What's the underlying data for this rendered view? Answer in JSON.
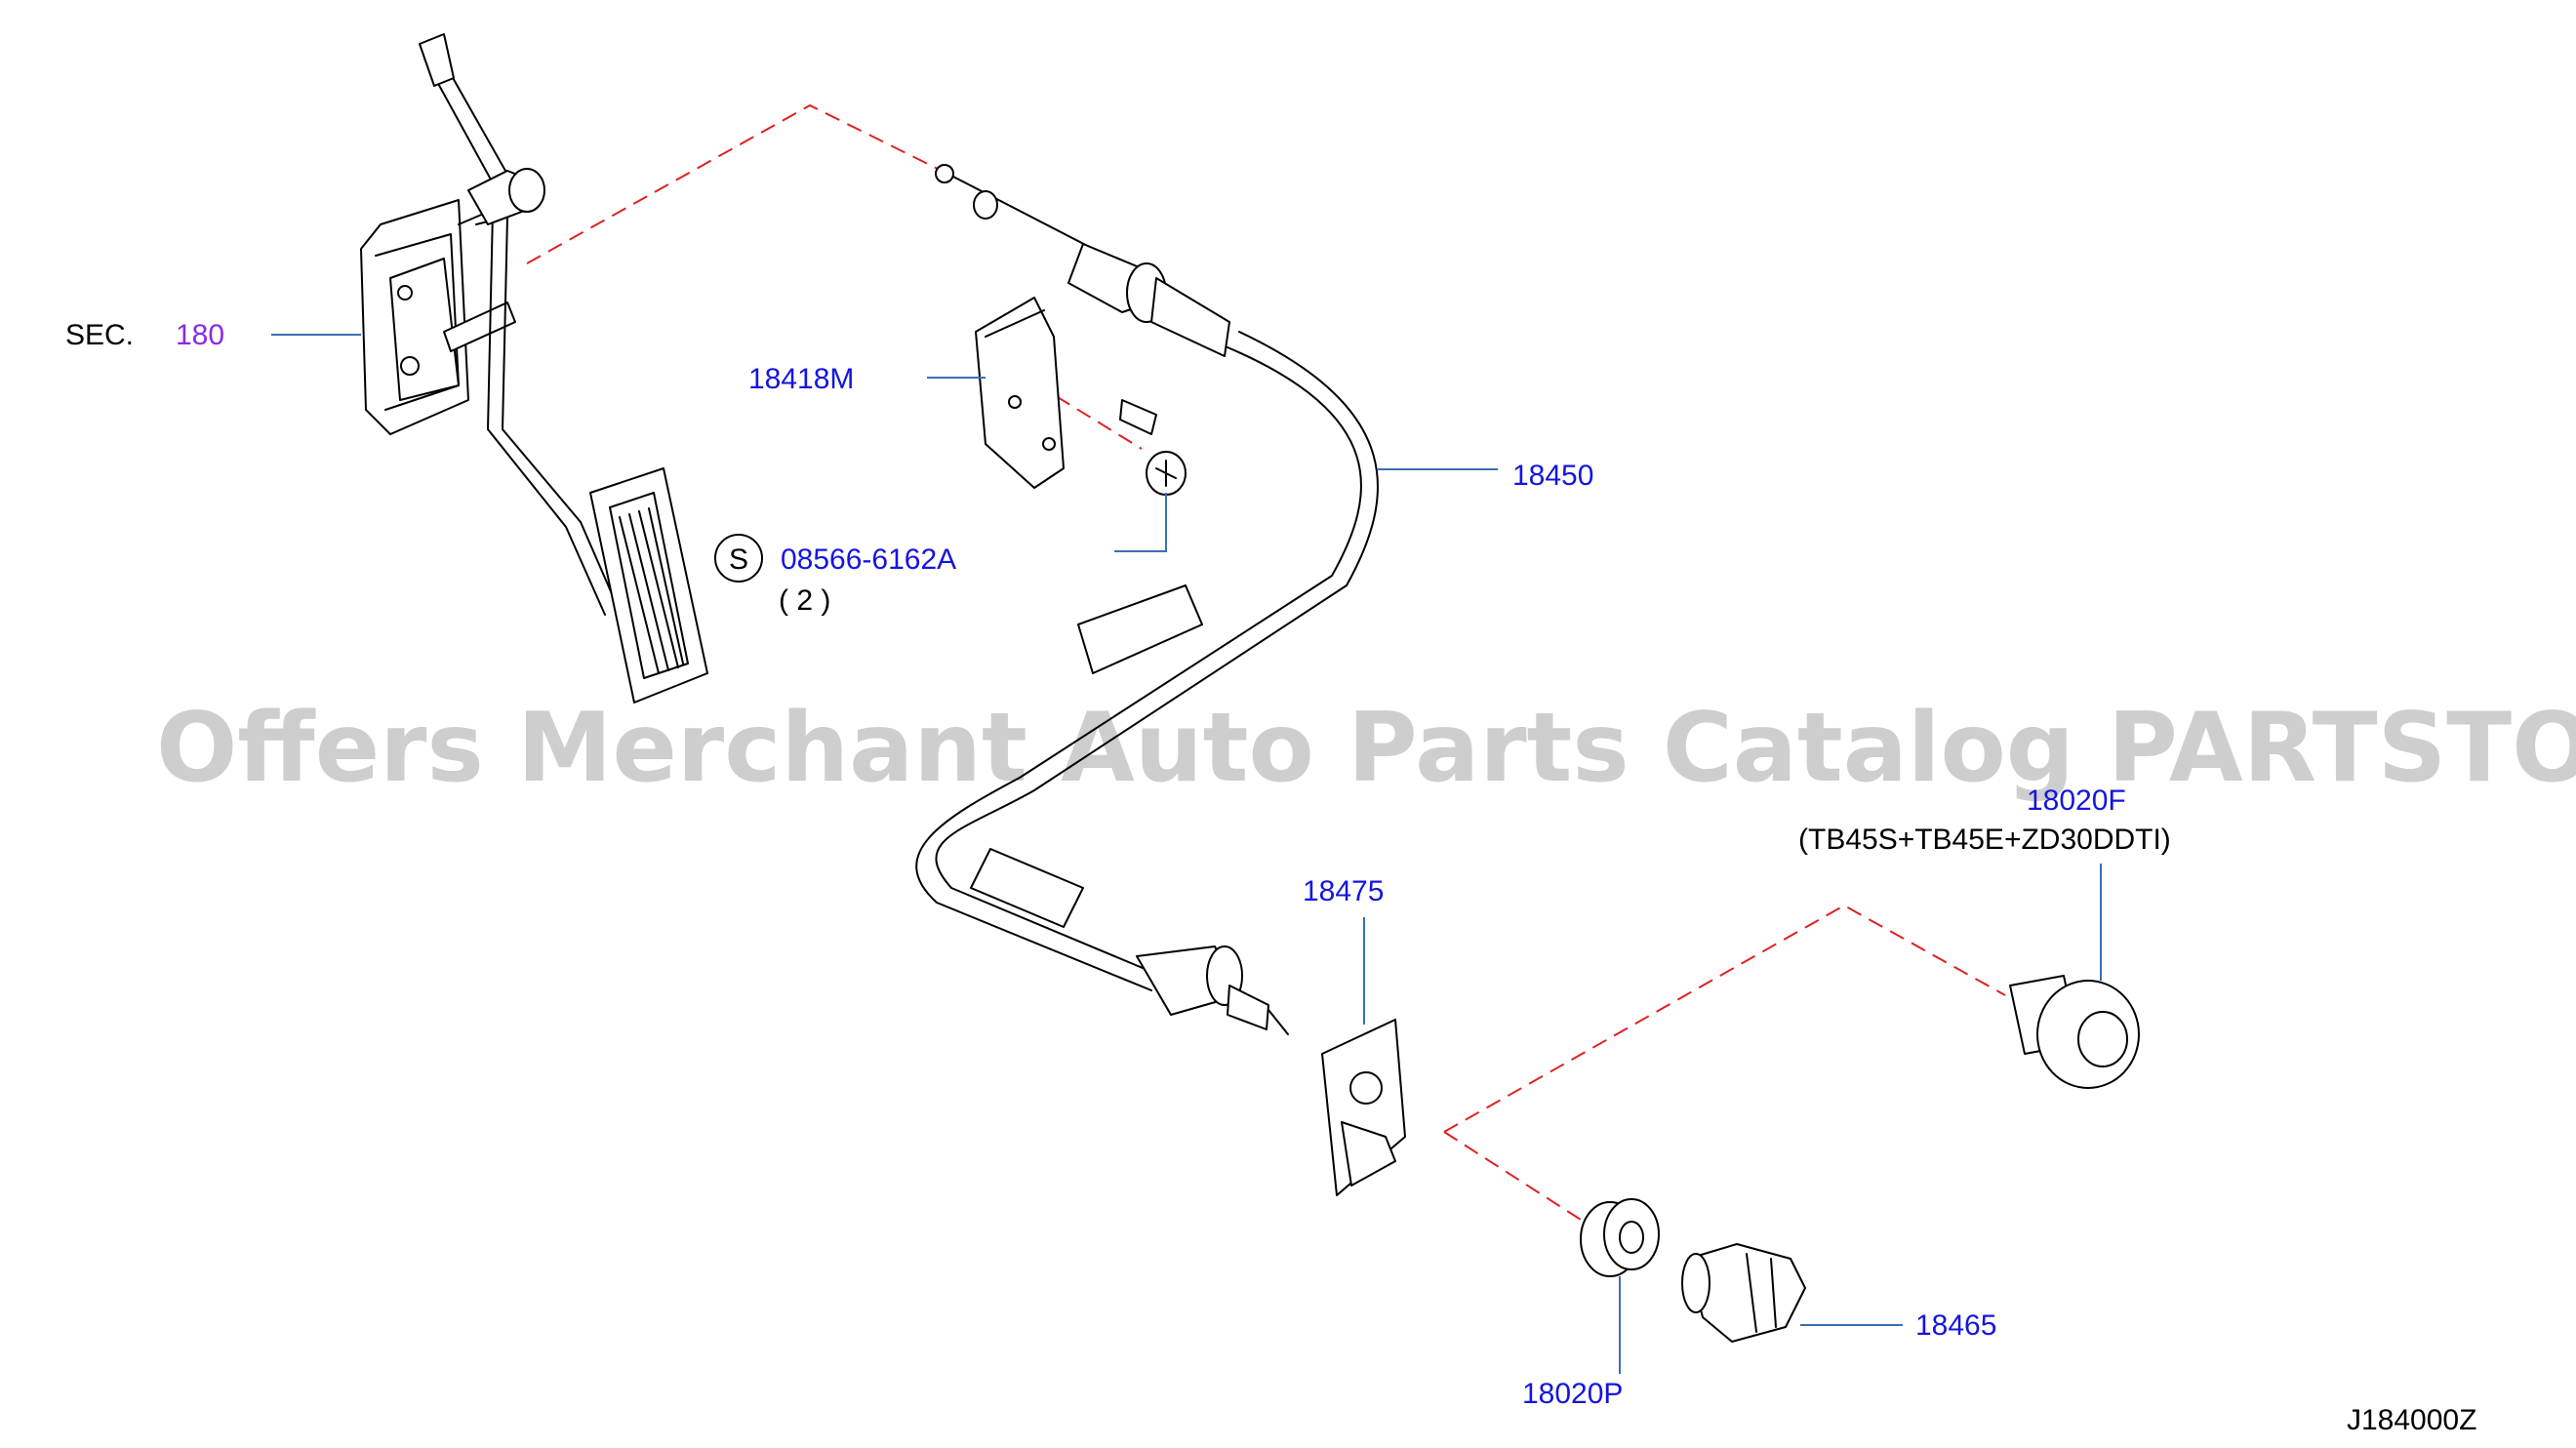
{
  "watermark": "Offers Merchant Auto Parts Catalog PARTSTORE.SA",
  "diagram_code": "J184000Z",
  "labels": {
    "sec_prefix": "SEC.",
    "sec_number": "180",
    "bracket": "18418M",
    "cable": "18450",
    "screw_symbol": "S",
    "screw": "08566-6162A",
    "screw_qty": "( 2 )",
    "clip_bracket": "18475",
    "grommet_f": "18020F",
    "grommet_f_note": "(TB45S+TB45E+ZD30DDTI)",
    "grommet_p": "18020P",
    "clip": "18465"
  },
  "colors": {
    "part_number": "#1515e0",
    "section_ref": "#8a2be2",
    "dashed_line": "#e02020",
    "leader_line": "#3a6fb3"
  }
}
